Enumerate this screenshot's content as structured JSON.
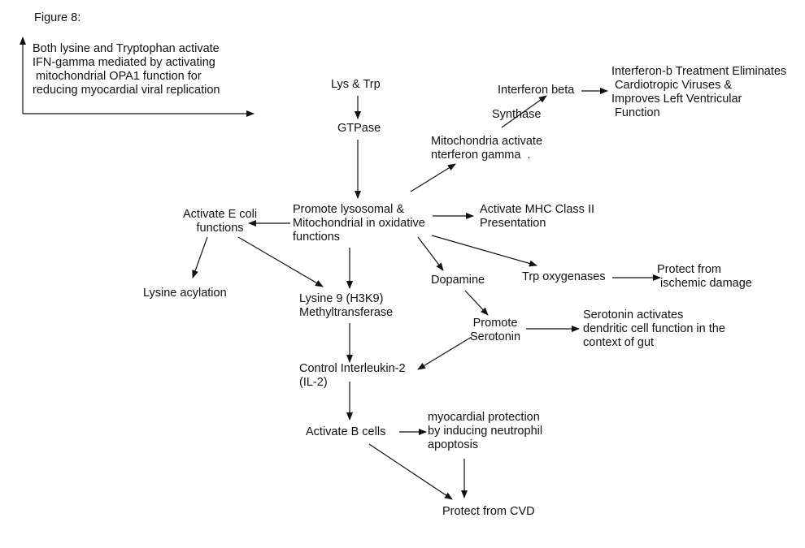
{
  "figure_label": "Figure 8:",
  "caption": "Both lysine and Tryptophan activate\nIFN-gamma mediated by activating\n mitochondrial OPA1 function for\nreducing myocardial viral replication",
  "nodes": {
    "lys_trp": "Lys & Trp",
    "gtpase": "GTPase",
    "promote_lysosomal": "Promote lysosomal &\nMitochondrial in oxidative\nfunctions",
    "activate_ecoli": "Activate E coli\nfunctions",
    "lysine_acylation": "Lysine acylation",
    "lysine9": "Lysine 9 (H3K9)\nMethyltransferase",
    "control_il2": "Control Interleukin-2\n(IL-2)",
    "activate_bcells": "Activate B cells",
    "myocardial_protection": "myocardial protection\nby inducing neutrophil\napoptosis",
    "protect_cvd": "Protect from CVD",
    "dopamine": "Dopamine",
    "promote_serotonin": "Promote\nSerotonin",
    "serotonin_activates": "Serotonin activates\ndendritic cell function in the\ncontext of gut",
    "trp_oxygenases": "Trp oxygenases",
    "protect_ischemic": "Protect from\n ischemic damage",
    "activate_mhc": "Activate MHC Class II\nPresentation",
    "mito_ifn_gamma": "Mitochondria activate\nnterferon gamma  .",
    "synthase": "Synthase",
    "interferon_beta": "Interferon beta",
    "interferon_b_treatment": "Interferon-b Treatment Eliminates\n Cardiotropic Viruses &\nImproves Left Ventricular\n Function"
  },
  "colors": {
    "ink": "#111111",
    "background": "#ffffff"
  }
}
